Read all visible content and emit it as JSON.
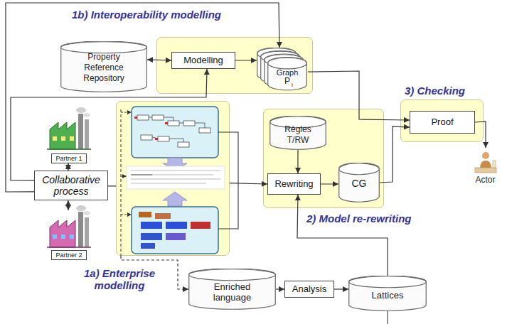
{
  "diagram": {
    "nodes": [
      {
        "text": [
          "Property Reference Repository"
        ]
      },
      {
        "text": [
          "1b) Interoperability modelling"
        ]
      },
      {
        "text": [
          "Modelling"
        ],
        "in": 1
      },
      {
        "text": [
          "Graph",
          "P",
          "i"
        ],
        "in": 1
      },
      {
        "text": [
          "Partner 1"
        ]
      },
      {
        "text": [
          "Collaborative process"
        ]
      },
      {
        "text": [
          "Partner 2"
        ]
      },
      {
        "text": [
          "1a) Enterprise modelling"
        ]
      },
      {
        "text": [
          "3) Checking"
        ]
      },
      {
        "text": [
          "Proof"
        ],
        "in": 8
      },
      {
        "text": [
          "2) Model re-rewriting"
        ]
      },
      {
        "text": [
          "Règles T/RW"
        ],
        "in": 10
      },
      {
        "text": [
          "Rewriting"
        ],
        "in": 10
      },
      {
        "text": [
          "CG"
        ],
        "in": 10
      },
      {
        "text": [
          "Actor"
        ]
      },
      {
        "text": [
          "Enriched language"
        ]
      },
      {
        "text": [
          "Analysis"
        ]
      },
      {
        "text": [
          "Lattices"
        ]
      }
    ],
    "edges": [
      {
        "from": 0,
        "to": 2,
        "arrow": "both"
      },
      {
        "from": 2,
        "to": 3,
        "arrow": "to"
      },
      {
        "from": 5,
        "to": 2,
        "arrow": "to"
      },
      {
        "from": 5,
        "to": 3,
        "arrow": "to"
      },
      {
        "from": 4,
        "to": 5,
        "arrow": "both"
      },
      {
        "from": 5,
        "to": 6,
        "arrow": "both"
      },
      {
        "from": 5,
        "to": 7,
        "arrow": "none"
      },
      {
        "from": 7,
        "to": 12,
        "arrow": "to"
      },
      {
        "from": 7,
        "to": 15,
        "arrow": "to"
      },
      {
        "from": 15,
        "to": 16,
        "arrow": "to"
      },
      {
        "from": 16,
        "to": 17,
        "arrow": "to"
      },
      {
        "from": 17,
        "to": 12,
        "arrow": "to"
      },
      {
        "from": 11,
        "to": 12,
        "arrow": "to"
      },
      {
        "from": 12,
        "to": 13,
        "arrow": "to"
      },
      {
        "from": 13,
        "to": 9,
        "arrow": "to"
      },
      {
        "from": 3,
        "to": 9,
        "arrow": "to"
      },
      {
        "from": 9,
        "to": 14,
        "arrow": "to"
      }
    ]
  }
}
